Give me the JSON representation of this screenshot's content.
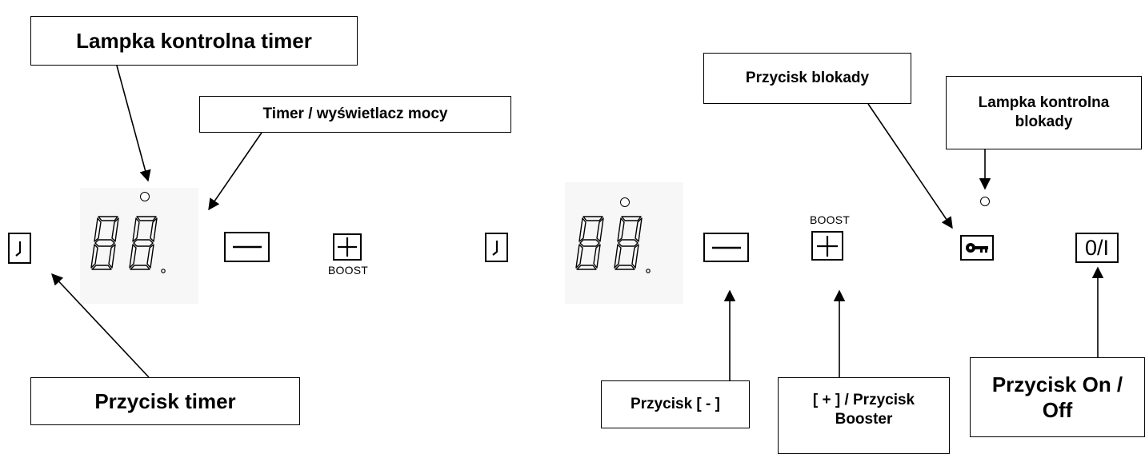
{
  "callouts": {
    "timer_lamp": "Lampka kontrolna timer",
    "timer_display": "Timer / wyświetlacz mocy",
    "timer_button": "Przycisk timer",
    "lock_button": "Przycisk blokady",
    "lock_lamp_line1": "Lampka kontrolna",
    "lock_lamp_line2": "blokady",
    "minus_button": "Przycisk [ - ]",
    "plus_line1": "[ + ] / Przycisk",
    "plus_line2": "Booster",
    "onoff_line1": "Przycisk On /",
    "onoff_line2": "Off"
  },
  "panel": {
    "boost_label": "BOOST",
    "onoff_symbol": "0/I"
  },
  "icons": [
    "clock-icon",
    "seven-segment-display",
    "minus-icon",
    "plus-icon",
    "key-icon",
    "led-indicator"
  ]
}
